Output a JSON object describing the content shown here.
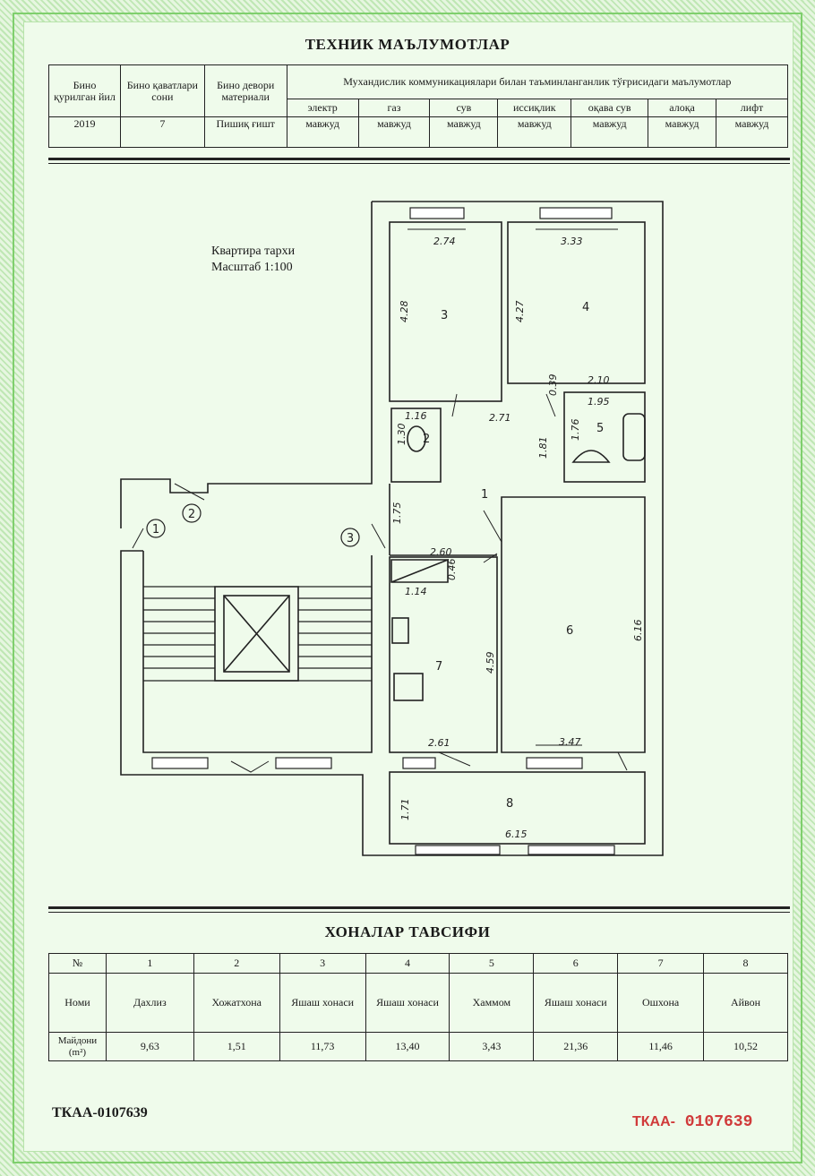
{
  "header": {
    "title": "ТЕХНИК МАЪЛУМОТЛАР",
    "col_year": "Бино қурилган йил",
    "col_floors": "Бино қаватлари сони",
    "col_material": "Бино девори материали",
    "col_comm": "Мухандислик коммуникациялари билан таъминланганлик тўғрисидаги маълумотлар",
    "comm_items": [
      "электр",
      "газ",
      "сув",
      "иссиқлик",
      "оқава сув",
      "алоқа",
      "лифт"
    ],
    "year": "2019",
    "floors": "7",
    "material": "Пишиқ ғишт",
    "comm_values": [
      "мавжуд",
      "мавжуд",
      "мавжуд",
      "мавжуд",
      "мавжуд",
      "мавжуд",
      "мавжуд"
    ]
  },
  "plan": {
    "label_line1": "Квартира тархи",
    "label_line2": "Масштаб 1:100",
    "dims": {
      "r3_w": "2.74",
      "r3_h": "4.28",
      "r4_w": "3.33",
      "r4_h": "4.27",
      "r4_b": "2.10",
      "d039": "0.39",
      "d271": "2.71",
      "r2_w": "1.16",
      "r2_h": "1.30",
      "r5_w": "1.95",
      "r5_h": "1.76",
      "d181": "1.81",
      "d175": "1.75",
      "d260": "2.60",
      "d046": "0.46",
      "d114": "1.14",
      "r7_h": "4.59",
      "r7_w": "2.61",
      "r6_h": "6.16",
      "r6_w": "3.47",
      "r8_h": "1.71",
      "r8_w": "6.15"
    },
    "room_numbers": [
      "1",
      "2",
      "3",
      "4",
      "5",
      "6",
      "7",
      "8"
    ],
    "markers": [
      "1",
      "2",
      "3"
    ]
  },
  "rooms": {
    "title": "ХОНАЛАР ТАВСИФИ",
    "no_label": "№",
    "name_label": "Номи",
    "area_label": "Майдони (m²)",
    "numbers": [
      "1",
      "2",
      "3",
      "4",
      "5",
      "6",
      "7",
      "8"
    ],
    "names": [
      "Дахлиз",
      "Хожатхона",
      "Яшаш хонаси",
      "Яшаш хонаси",
      "Хаммом",
      "Яшаш хонаси",
      "Ошхона",
      "Айвон"
    ],
    "areas": [
      "9,63",
      "1,51",
      "11,73",
      "13,40",
      "3,43",
      "21,36",
      "11,46",
      "10,52"
    ]
  },
  "footer": {
    "serial_left": "ТКАА-0107639",
    "serial_right_prefix": "ТКАА-",
    "serial_right_number": "0107639"
  },
  "colors": {
    "border_green": "#7fcf6d",
    "paper": "#effbeb",
    "serial_red": "#d03a3a"
  }
}
